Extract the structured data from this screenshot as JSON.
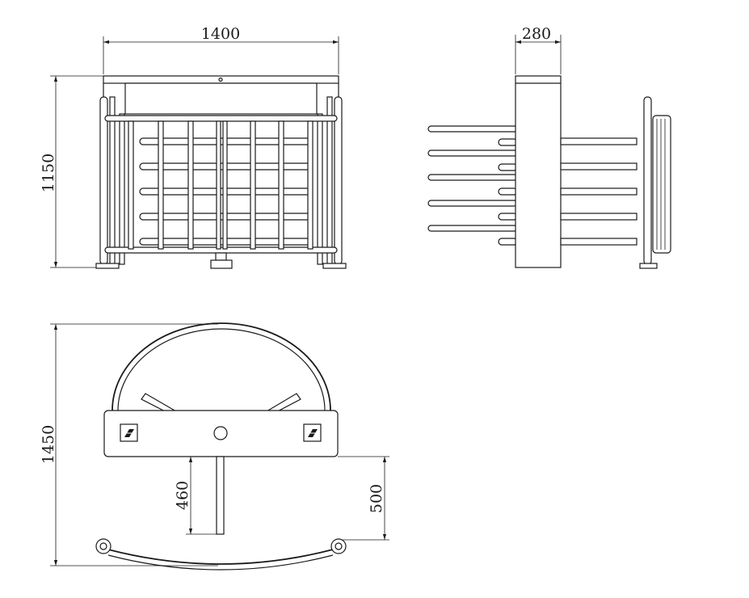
{
  "dimensions": {
    "front_width": "1400",
    "front_height": "1150",
    "side_width": "280",
    "top_depth": "1450",
    "arm_length": "460",
    "arm_offset": "500"
  }
}
